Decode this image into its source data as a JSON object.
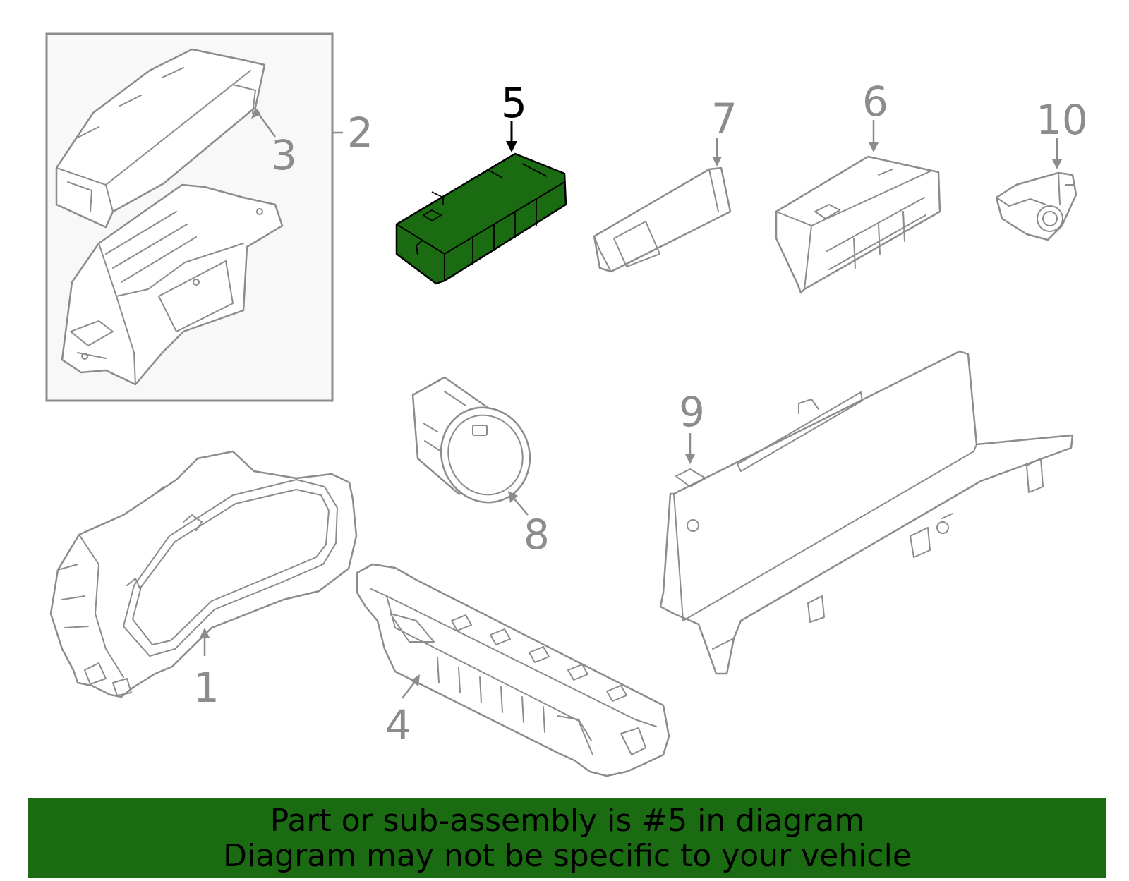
{
  "callouts": {
    "c1": "1",
    "c2": "2",
    "c3": "3",
    "c4": "4",
    "c5": "5",
    "c6": "6",
    "c7": "7",
    "c8": "8",
    "c9": "9",
    "c10": "10"
  },
  "highlighted_part": "5",
  "colors": {
    "highlight_fill": "#1b6b12",
    "banner_background": "#1b6b12",
    "line_gray": "#8c8c8c",
    "subassembly_box": "#f8f8f8"
  },
  "banner": {
    "line1": "Part or sub-assembly is #5 in diagram",
    "line2": "Diagram may not be specific to your vehicle"
  }
}
